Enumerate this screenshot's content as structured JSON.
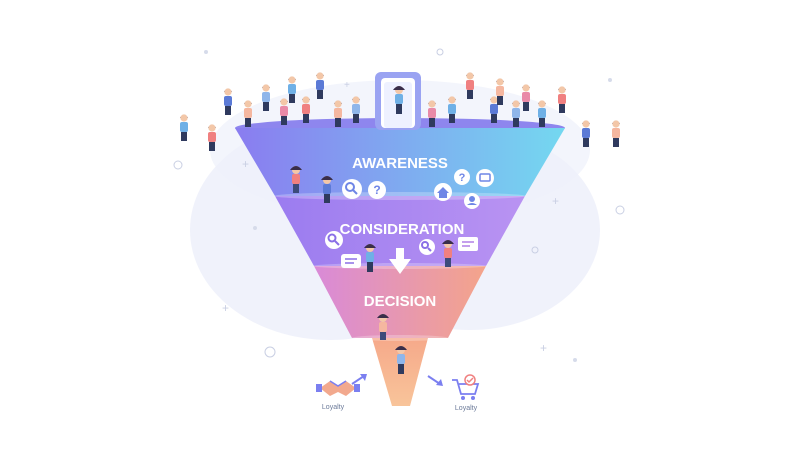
{
  "stages": [
    {
      "label": "AWARENESS"
    },
    {
      "label": "CONSIDERATION"
    },
    {
      "label": "DECISION"
    }
  ],
  "outcomes": [
    {
      "label": "Loyalty",
      "icon": "handshake-icon"
    },
    {
      "label": "Loyalty",
      "icon": "shopping-cart-icon"
    }
  ],
  "colors": {
    "awareness_left": "#8a7cf0",
    "awareness_right": "#74d8f0",
    "consideration_left": "#9b7cf0",
    "consideration_right": "#b993f2",
    "decision_left": "#d98ad8",
    "decision_right": "#f4a48a",
    "spout_top": "#f6a98a",
    "spout_bottom": "#f8c49a",
    "accent_arrow": "#7b7ff0",
    "background_blob": "#eef1fb"
  }
}
